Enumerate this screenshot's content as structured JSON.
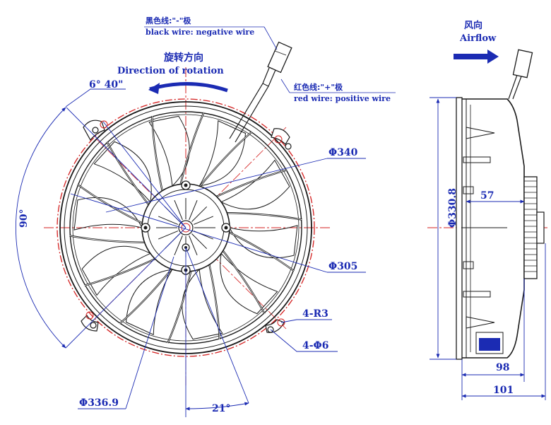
{
  "labels": {
    "black_wire_cn": "黑色线:\"-\"极",
    "black_wire_en": "black wire: negative wire",
    "red_wire_cn": "红色线:\"+\"极",
    "red_wire_en": "red wire: positive wire",
    "rotation_cn": "旋转方向",
    "rotation_en": "Direction of rotation",
    "airflow_cn": "风向",
    "airflow_en": "Airflow"
  },
  "dimensions": {
    "angle_top": "6° 40\"",
    "angle_left": "90°",
    "d340": "Φ340",
    "d305": "Φ305",
    "r3": "4-R3",
    "hole6": "4-Φ6",
    "d336": "Φ336.9",
    "angle_bottom": "21°",
    "d330": "Φ330.8",
    "depth57": "57",
    "depth98": "98",
    "depth101": "101"
  },
  "colors": {
    "line": "#1a1a1a",
    "dimension": "#1b2bb3",
    "centerline": "#d42020"
  }
}
